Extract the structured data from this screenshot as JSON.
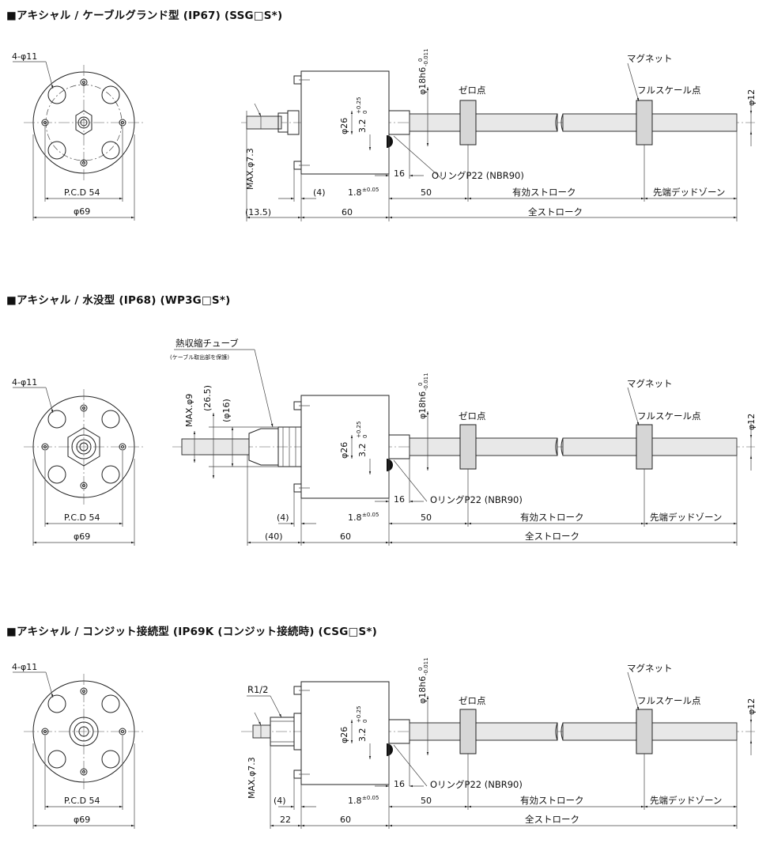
{
  "sections": [
    {
      "title": "■アキシャル / ケーブルグランド型 (IP67) (SSG□S*)",
      "holes": "4-φ11",
      "pcd": "P.C.D 54",
      "flange_dia": "φ69",
      "max_dia": "MAX.φ7.3",
      "dim_cable": "(13.5)",
      "dim_gap": "(4)",
      "dim_body": "60",
      "dim_oring_gap": "1.8",
      "dim_oring_tol": "±0.05",
      "dim_16": "16",
      "dim_50": "50",
      "dia_26": "φ26",
      "dim_32": "3.2",
      "tol_32_upper": "+0.25",
      "tol_32_lower": "0",
      "rod_dia": "φ18h6",
      "rod_tol_upper": "0",
      "rod_tol_lower": "-0.011",
      "zero_point": "ゼロ点",
      "full_scale": "フルスケール点",
      "magnet": "マグネット",
      "end_dia": "φ12",
      "oring": "OリングP22 (NBR90)",
      "effective_stroke": "有効ストローク",
      "dead_zone": "先端デッドゾーン",
      "total_stroke": "全ストローク"
    },
    {
      "title": "■アキシャル / 水没型 (IP68) (WP3G□S*)",
      "holes": "4-φ11",
      "pcd": "P.C.D 54",
      "flange_dia": "φ69",
      "tube_label": "熱収縮チューブ",
      "tube_note": "(ケーブル取出部を保護)",
      "max_dia": "MAX.φ9",
      "dia_265": "(26.5)",
      "dia_16": "(φ16)",
      "dim_40": "(40)",
      "dim_gap": "(4)",
      "dim_body": "60",
      "dim_oring_gap": "1.8",
      "dim_oring_tol": "±0.05",
      "dim_16": "16",
      "dim_50": "50",
      "dia_26": "φ26",
      "dim_32": "3.2",
      "tol_32_upper": "+0.25",
      "tol_32_lower": "0",
      "rod_dia": "φ18h6",
      "rod_tol_upper": "0",
      "rod_tol_lower": "-0.011",
      "zero_point": "ゼロ点",
      "full_scale": "フルスケール点",
      "magnet": "マグネット",
      "end_dia": "φ12",
      "oring": "OリングP22 (NBR90)",
      "effective_stroke": "有効ストローク",
      "dead_zone": "先端デッドゾーン",
      "total_stroke": "全ストローク"
    },
    {
      "title": "■アキシャル / コンジット接続型 (IP69K (コンジット接続時) (CSG□S*)",
      "holes": "4-φ11",
      "pcd": "P.C.D 54",
      "flange_dia": "φ69",
      "thread": "R1/2",
      "max_dia": "MAX.φ7.3",
      "dim_22": "22",
      "dim_gap": "(4)",
      "dim_body": "60",
      "dim_oring_gap": "1.8",
      "dim_oring_tol": "±0.05",
      "dim_16": "16",
      "dim_50": "50",
      "dia_26": "φ26",
      "dim_32": "3.2",
      "tol_32_upper": "+0.25",
      "tol_32_lower": "0",
      "rod_dia": "φ18h6",
      "rod_tol_upper": "0",
      "rod_tol_lower": "-0.011",
      "zero_point": "ゼロ点",
      "full_scale": "フルスケール点",
      "magnet": "マグネット",
      "end_dia": "φ12",
      "oring": "OリングP22 (NBR90)",
      "effective_stroke": "有効ストローク",
      "dead_zone": "先端デッドゾーン",
      "total_stroke": "全ストローク"
    }
  ]
}
